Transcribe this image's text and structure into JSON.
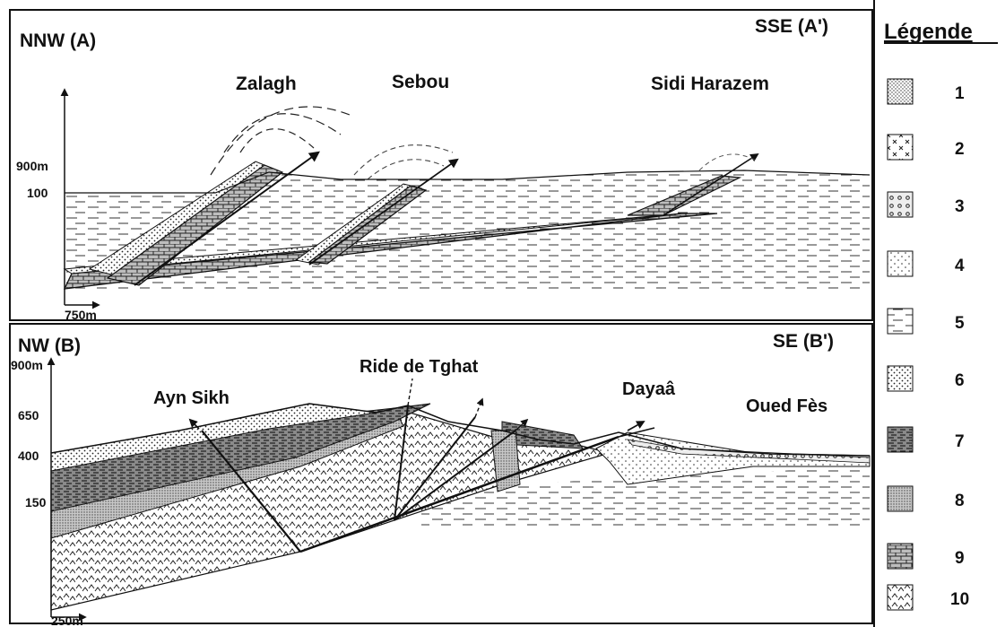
{
  "section_a": {
    "left_label": "NNW  (A)",
    "right_label": "SSE  (A')",
    "sites": [
      "Zalagh",
      "Sebou",
      "Sidi Harazem"
    ],
    "ticks": [
      "900m",
      "100"
    ],
    "scale": "750m"
  },
  "section_b": {
    "left_label": "NW (B)",
    "right_label": "SE  (B')",
    "sites": [
      "Ayn Sikh",
      "Ride de Tghat",
      "Dayaâ",
      "Oued Fès"
    ],
    "ticks": [
      "900m",
      "650",
      "400",
      "150"
    ],
    "scale": "250m"
  },
  "legend": {
    "title": "Légende",
    "items": [
      {
        "num": "1",
        "pattern": "fine-dots"
      },
      {
        "num": "2",
        "pattern": "crosses"
      },
      {
        "num": "3",
        "pattern": "circles"
      },
      {
        "num": "4",
        "pattern": "sparse-dots"
      },
      {
        "num": "5",
        "pattern": "dashes"
      },
      {
        "num": "6",
        "pattern": "dots"
      },
      {
        "num": "7",
        "pattern": "dark-dashes"
      },
      {
        "num": "8",
        "pattern": "dense-dots"
      },
      {
        "num": "9",
        "pattern": "bricks"
      },
      {
        "num": "10",
        "pattern": "hatch-v"
      }
    ]
  }
}
